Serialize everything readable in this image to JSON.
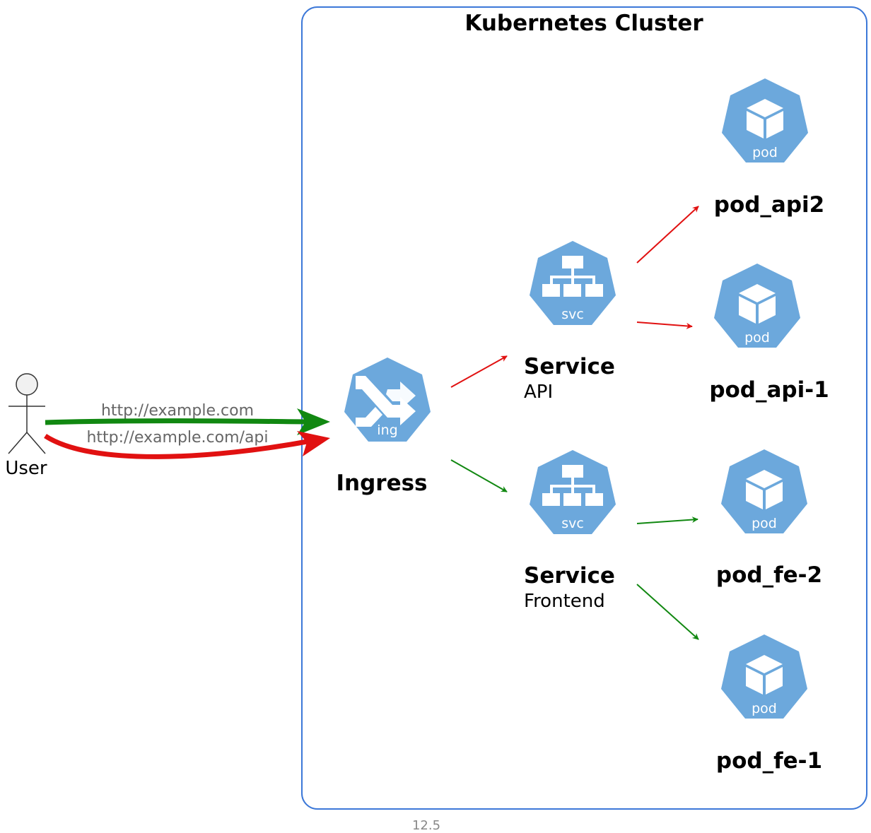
{
  "cluster": {
    "title": "Kubernetes Cluster"
  },
  "actor": {
    "label": "User"
  },
  "edges": {
    "user_to_ingress_1": {
      "label": "http://example.com",
      "color": "#118811"
    },
    "user_to_ingress_2": {
      "label": "http://example.com/api",
      "color": "#e11111"
    },
    "api_color": "#e11111",
    "frontend_color": "#118811"
  },
  "nodes": {
    "ingress": {
      "title": "Ingress",
      "icon": "ingress-icon",
      "icon_label": "ing"
    },
    "service_api": {
      "title": "Service",
      "subtitle": "API",
      "icon": "service-icon",
      "icon_label": "svc"
    },
    "service_frontend": {
      "title": "Service",
      "subtitle": "Frontend",
      "icon": "service-icon",
      "icon_label": "svc"
    },
    "pod_api2": {
      "title": "pod_api2",
      "icon": "pod-icon",
      "icon_label": "pod"
    },
    "pod_api1": {
      "title": "pod_api-1",
      "icon": "pod-icon",
      "icon_label": "pod"
    },
    "pod_fe2": {
      "title": "pod_fe-2",
      "icon": "pod-icon",
      "icon_label": "pod"
    },
    "pod_fe1": {
      "title": "pod_fe-1",
      "icon": "pod-icon",
      "icon_label": "pod"
    }
  },
  "colors": {
    "cluster_border": "#3c78d8",
    "icon_fill": "#6ca8dc",
    "icon_glyph": "#ffffff"
  },
  "footer": {
    "version": "12.5"
  }
}
